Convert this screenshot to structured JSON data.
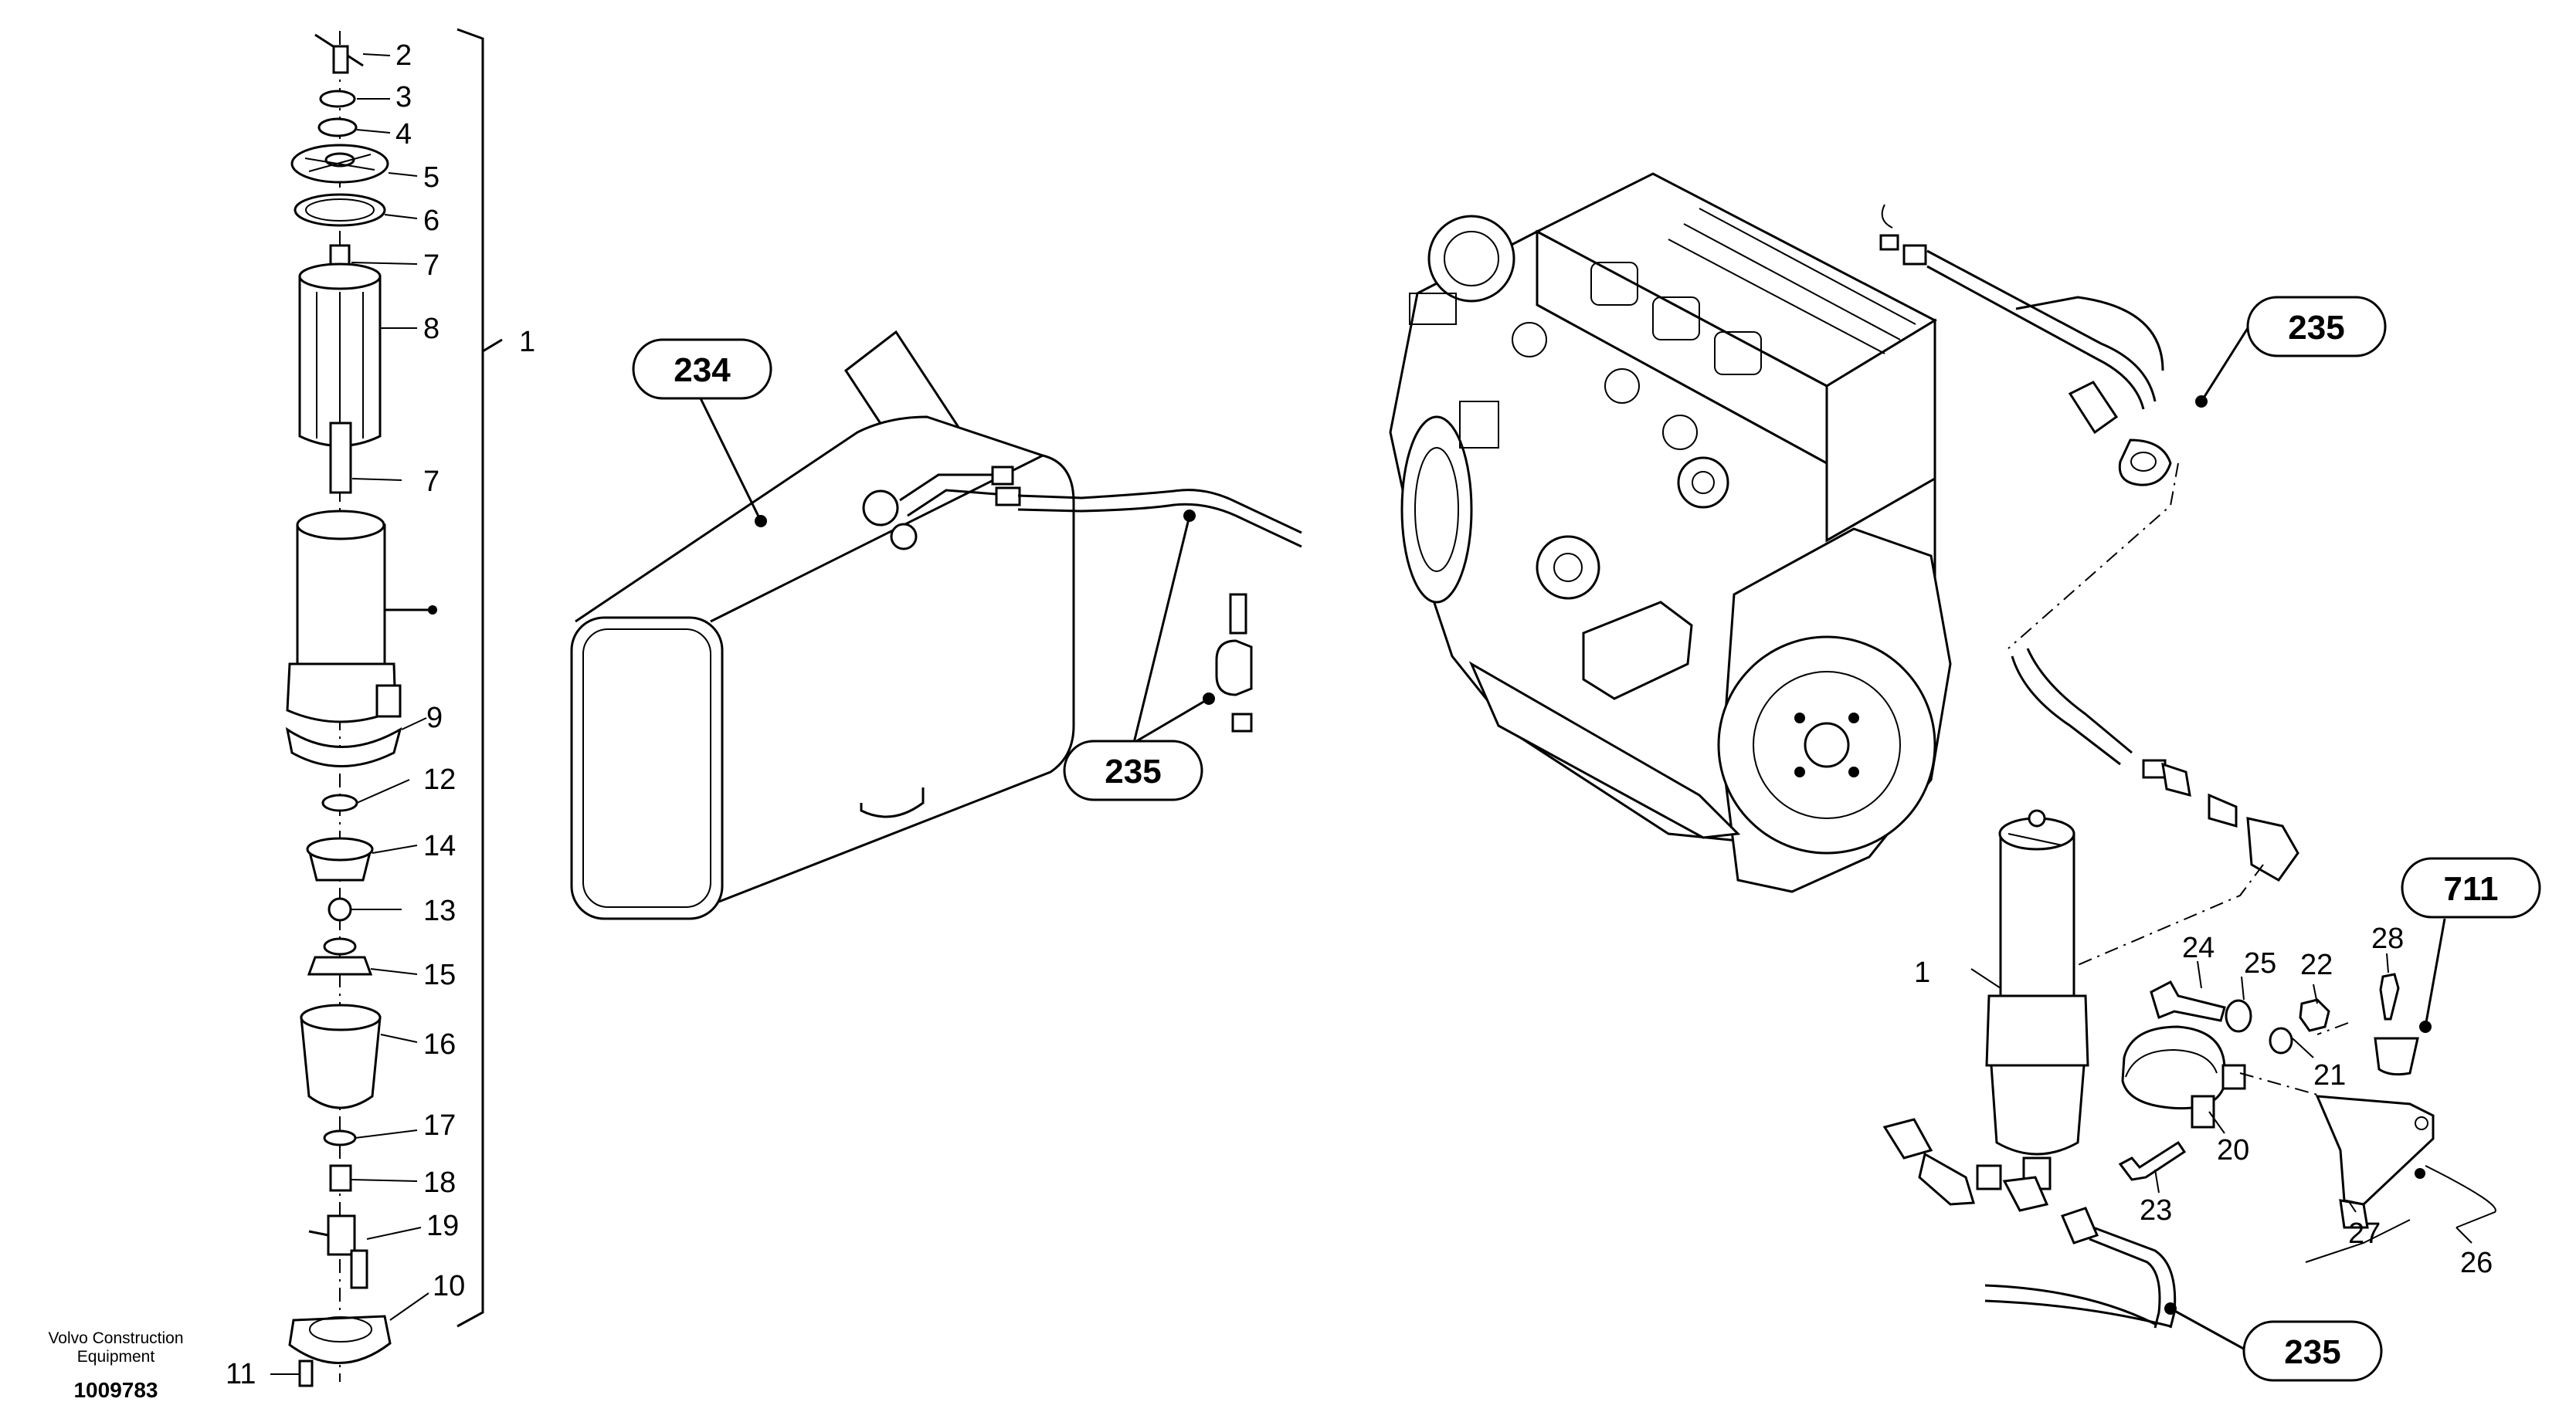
{
  "diagram": {
    "callouts": {
      "234": "234",
      "235_tank": "235",
      "235_top": "235",
      "235_bottom": "235",
      "711": "711"
    },
    "filter_parts": {
      "p1": "1",
      "p2": "2",
      "p3": "3",
      "p4": "4",
      "p5": "5",
      "p6": "6",
      "p7a": "7",
      "p8": "8",
      "p7b": "7",
      "p9": "9",
      "p12": "12",
      "p14": "14",
      "p13": "13",
      "p15": "15",
      "p16": "16",
      "p17": "17",
      "p18": "18",
      "p19": "19",
      "p10": "10",
      "p11": "11"
    },
    "mount_parts": {
      "p1": "1",
      "p24": "24",
      "p25": "25",
      "p22": "22",
      "p28": "28",
      "p21": "21",
      "p20": "20",
      "p23": "23",
      "p27": "27",
      "p26": "26"
    },
    "credit": {
      "line1": "Volvo Construction",
      "line2": "Equipment",
      "doc_number": "1009783"
    }
  }
}
